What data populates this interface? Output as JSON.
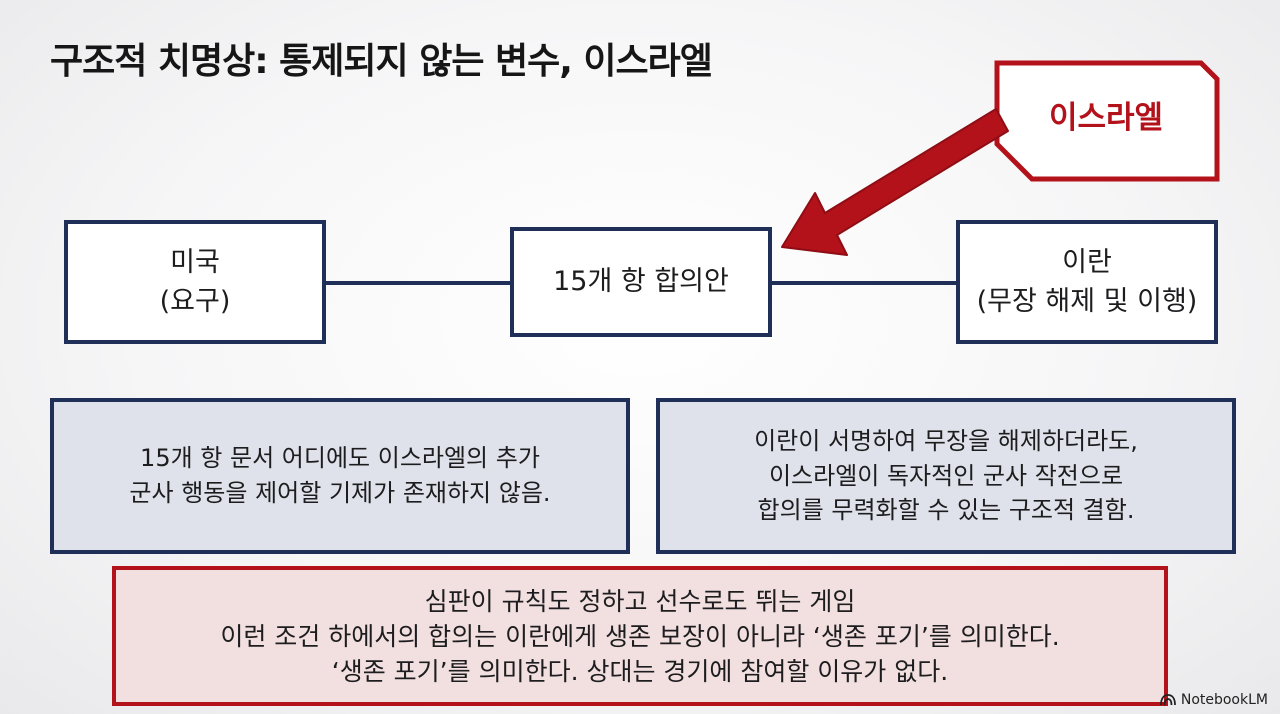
{
  "title": "구조적 치명상: 통제되지 않는 변수, 이스라엘",
  "flow": {
    "left": {
      "line1": "미국",
      "line2": "(요구)"
    },
    "center": {
      "label": "15개 항 합의안"
    },
    "right": {
      "line1": "이란",
      "line2": "(무장 해제 및 이행)"
    },
    "external": {
      "label": "이스라엘"
    }
  },
  "info_left": {
    "line1": "15개 항 문서 어디에도 이스라엘의 추가",
    "line2": "군사 행동을 제어할 기제가 존재하지 않음."
  },
  "info_right": {
    "line1": "이란이 서명하여 무장을 해제하더라도,",
    "line2": "이스라엘이 독자적인 군사 작전으로",
    "line3": "합의를 무력화할 수 있는 구조적 결함."
  },
  "conclusion": {
    "line1": "심판이 규칙도 정하고 선수로도 뛰는 게임",
    "line2": "이런 조건 하에서의 합의는 이란에게 생존 보장이 아니라 ‘생존 포기’를 의미한다.",
    "line3": "‘생존 포기’를 의미한다. 상대는 경기에 참여할 이유가 없다."
  },
  "branding": {
    "label": "NotebookLM"
  },
  "colors": {
    "navy": "#1f2f57",
    "red": "#b3121b",
    "info_fill": "#dfe2ea",
    "conclusion_fill": "#f2dfe0"
  }
}
